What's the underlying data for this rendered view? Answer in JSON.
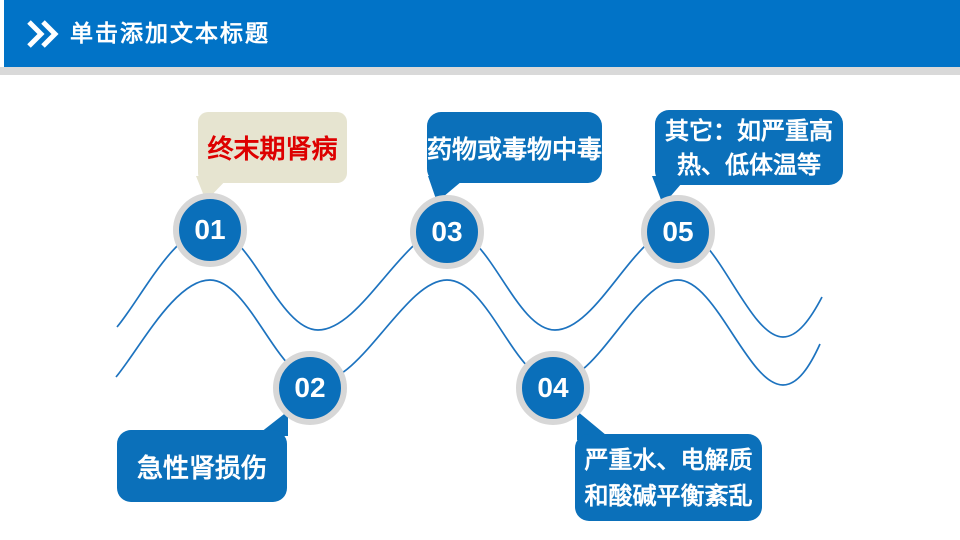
{
  "slide": {
    "header": {
      "title": "单击添加文本标题",
      "icon": "double-chevron-right-icon"
    },
    "steps": [
      {
        "num": "01",
        "text": "终末期肾病",
        "variant": "highlight-beige-red"
      },
      {
        "num": "02",
        "text": "急性肾损伤",
        "variant": "blue"
      },
      {
        "num": "03",
        "text": "药物或毒物中毒",
        "variant": "blue"
      },
      {
        "num": "04",
        "text_line1": "严重水、电解质",
        "text_line2": "和酸碱平衡紊乱",
        "variant": "blue"
      },
      {
        "num": "05",
        "text_line1": "其它：如严重高",
        "text_line2": "热、低体温等",
        "variant": "blue"
      }
    ],
    "colors": {
      "header_blue": "#0173c7",
      "shape_blue": "#0b70ba",
      "circle_blue": "#0a6fba",
      "ring_gray": "#d7d7d7",
      "strip_gray": "#d9d9d9",
      "wave_blue": "#1d73bf",
      "beige": "#e6e4d0",
      "red_text": "#dd0000"
    }
  }
}
